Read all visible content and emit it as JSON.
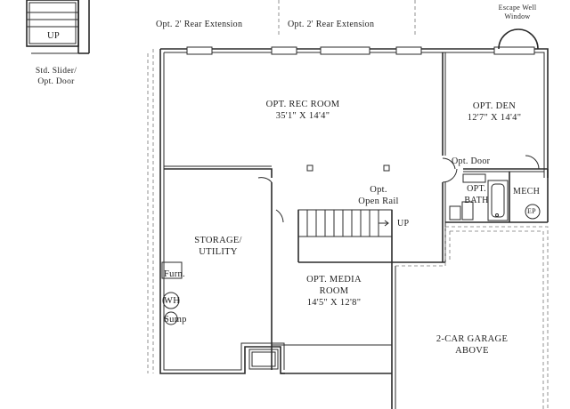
{
  "labels": {
    "up_top": "UP",
    "std_slider_1": "Std. Slider/",
    "std_slider_2": "Opt. Door",
    "ext1": "Opt. 2' Rear Extension",
    "ext2": "Opt. 2' Rear Extension",
    "escape_1": "Escape Well",
    "escape_2": "Window",
    "rec_name": "OPT. REC ROOM",
    "rec_dim": "35'1\" X 14'4\"",
    "den_name": "OPT. DEN",
    "den_dim": "12'7\" X 14'4\"",
    "opt_door": "Opt. Door",
    "rail_1": "Opt.",
    "rail_2": "Open Rail",
    "bath_1": "OPT.",
    "bath_2": "BATH",
    "mech": "MECH",
    "ep": "EP",
    "up_stair": "UP",
    "storage_1": "STORAGE/",
    "storage_2": "UTILITY",
    "furn": "Furn.",
    "wh": "WH",
    "sump": "Sump",
    "media_1": "OPT. MEDIA",
    "media_2": "ROOM",
    "media_dim": "14'5\" X 12'8\"",
    "garage_1": "2-CAR GARAGE",
    "garage_2": "ABOVE"
  }
}
